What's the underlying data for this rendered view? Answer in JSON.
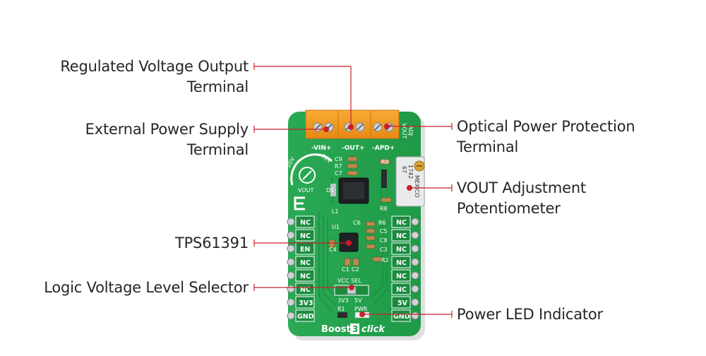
{
  "callouts": {
    "regulated_output_line1": "Regulated Voltage Output",
    "regulated_output_line2": "Terminal",
    "external_supply_line1": "External Power Supply",
    "external_supply_line2": "Terminal",
    "tps": "TPS61391",
    "logic_selector": "Logic Voltage Level Selector",
    "optical_line1": "Optical Power Protection",
    "optical_line2": "Terminal",
    "vout_adj_line1": "VOUT Adjustment",
    "vout_adj_line2": "Potentiometer",
    "power_led": "Power LED Indicator"
  },
  "board": {
    "terminal_labels": [
      "-VIN+",
      "-OUT+",
      "-APD+"
    ],
    "vout_adj": [
      "VOUT",
      "ADJ"
    ],
    "pot_text": [
      "67",
      "1742",
      "MEXICO"
    ],
    "dial_labels": [
      "20V",
      "70V",
      "VOUT"
    ],
    "components": [
      "C9",
      "R7",
      "C7",
      "D1",
      "L1",
      "R9",
      "R8",
      "U1",
      "C6",
      "R6",
      "C5",
      "C8",
      "C3",
      "R2",
      "C4",
      "C1",
      "C2"
    ],
    "left_pins": [
      "NC",
      "NC",
      "EN",
      "NC",
      "NC",
      "NC",
      "3V3",
      "GND"
    ],
    "right_pins": [
      "NC",
      "NC",
      "NC",
      "NC",
      "NC",
      "NC",
      "5V",
      "GND"
    ],
    "jumper_title": "VCC SEL",
    "jumper_options": [
      "3V3",
      "5V"
    ],
    "led_labels": [
      "R1",
      "PWR"
    ],
    "name_prefix": "Boost",
    "name_number": "3",
    "name_suffix": "click"
  },
  "colors": {
    "board_green": "#21a04a",
    "terminal_orange": "#f39a1e",
    "callout_red": "#c8202a",
    "text_dark": "#262626"
  }
}
